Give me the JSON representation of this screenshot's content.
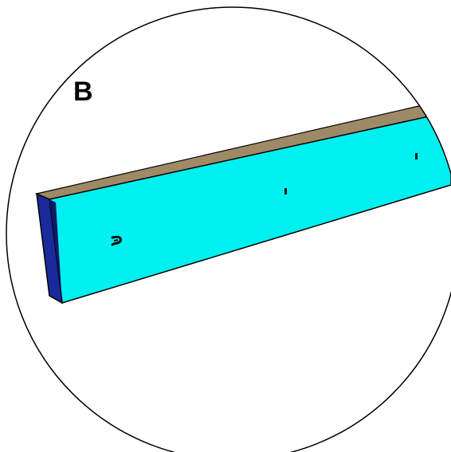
{
  "callout": {
    "label": "B"
  },
  "colors": {
    "background": "#ffffff",
    "outline": "#000000",
    "board_face": "#00f0f0",
    "board_top_edge": "#9e8a66",
    "board_end": "#1a2a9a",
    "board_end_dark": "#0d1a66",
    "hole_mark": "#0a0a0a"
  },
  "diagram": {
    "subject": "board-face-with-pilot-holes",
    "hole_count": 3
  }
}
